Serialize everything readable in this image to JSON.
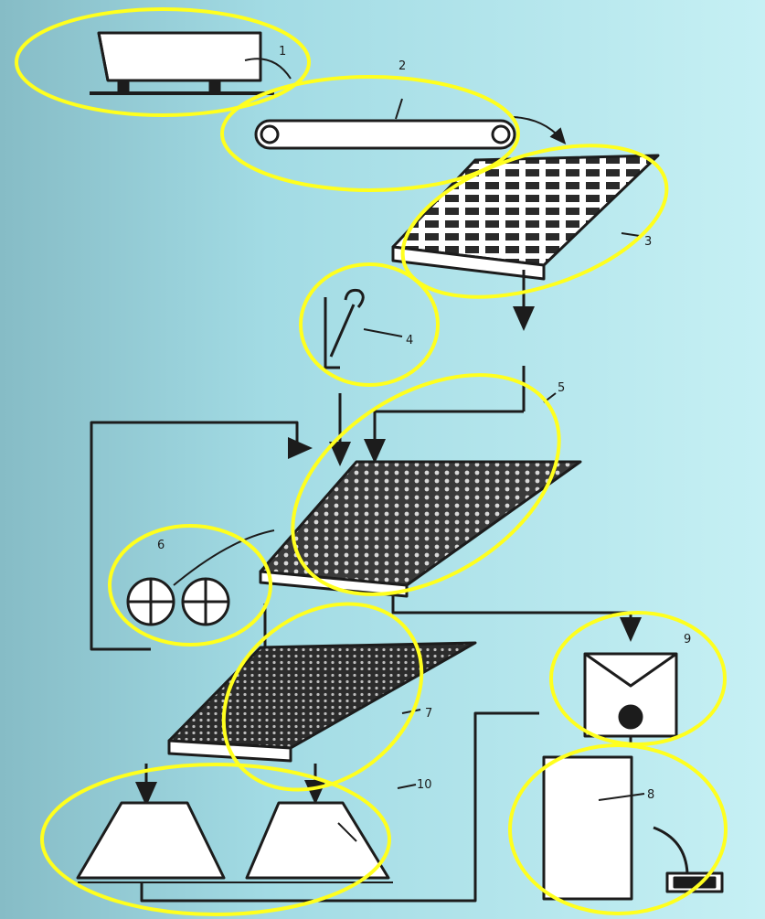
{
  "colors": {
    "bg_dark": "#86bcc6",
    "bg_light": "#c6f0f4",
    "panel": "#ffffff",
    "ink": "#1c1c1c",
    "highlight": "#ffff1e"
  },
  "callouts": {
    "n1": "1",
    "n2": "2",
    "n3": "3",
    "n4": "4",
    "n5": "5",
    "n6": "6",
    "n7": "7",
    "n8": "8",
    "n9": "9",
    "n10": "10"
  }
}
